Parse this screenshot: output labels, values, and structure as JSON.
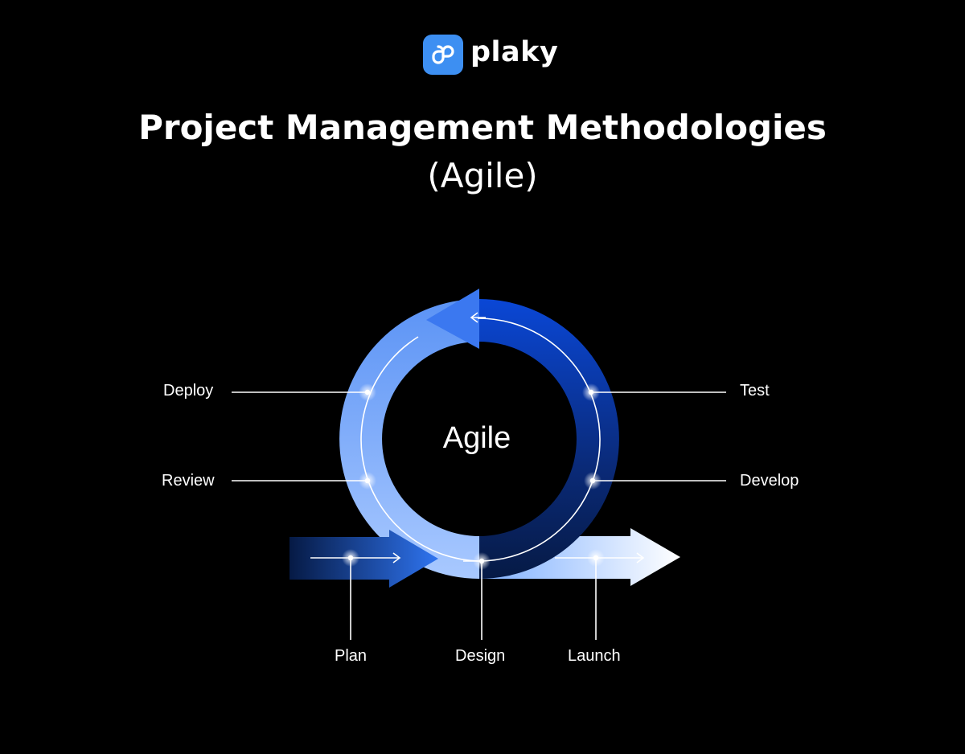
{
  "brand": {
    "name": "plaky",
    "color": "#3d8ff2"
  },
  "header": {
    "title": "Project Management Methodologies",
    "subtitle": "(Agile)"
  },
  "diagram": {
    "center_label": "Agile",
    "stages": {
      "deploy": "Deploy",
      "review": "Review",
      "test": "Test",
      "develop": "Develop",
      "plan": "Plan",
      "design": "Design",
      "launch": "Launch"
    },
    "colors": {
      "light_blue": "#8bb8ff",
      "mid_blue": "#1f62e0",
      "dark_navy": "#061a45",
      "white": "#ffffff"
    }
  }
}
